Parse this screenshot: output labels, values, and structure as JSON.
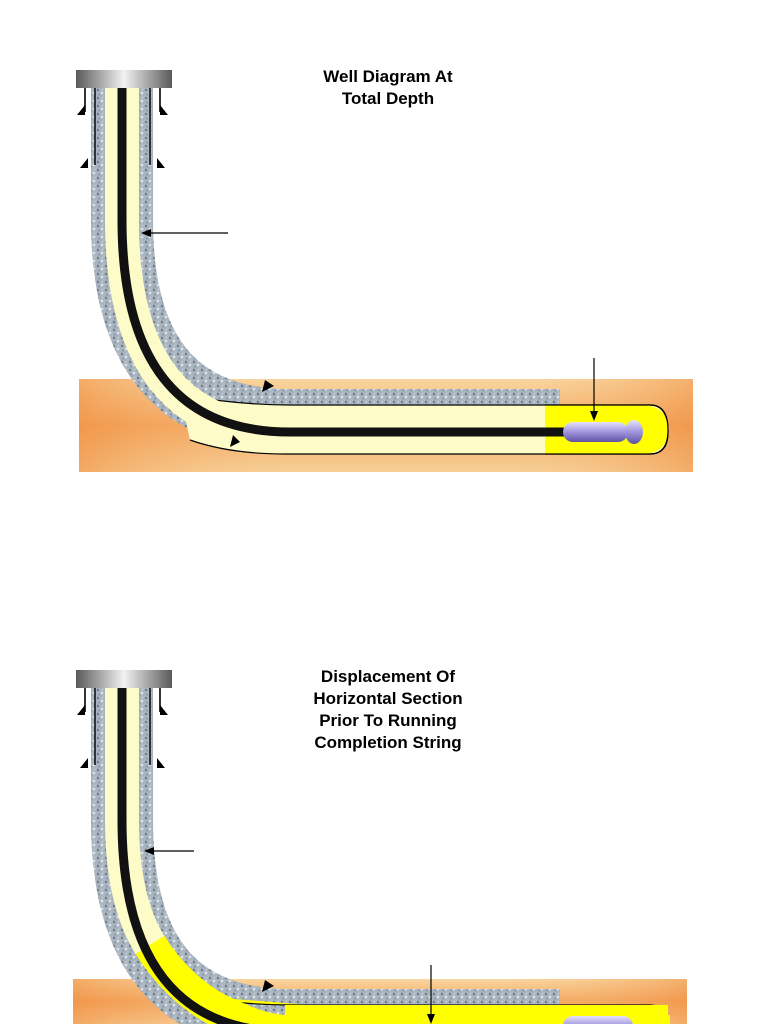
{
  "panels": [
    {
      "title_lines": [
        "Well Diagram At",
        "Total Depth"
      ]
    },
    {
      "title_lines": [
        "Displacement Of",
        "Horizontal Section",
        "Prior To Running",
        "Completion String"
      ]
    }
  ],
  "colors": {
    "formation_orange": "#ef8a3a",
    "formation_light": "#f9d9a8",
    "cement_gray": "#a8b4bf",
    "annulus_cream": "#fdfbc8",
    "drillstring_black": "#111111",
    "displacement_yellow": "#ffff00",
    "wellhead_steel": "#8c8c8c",
    "bit_purple": "#a69be0"
  }
}
